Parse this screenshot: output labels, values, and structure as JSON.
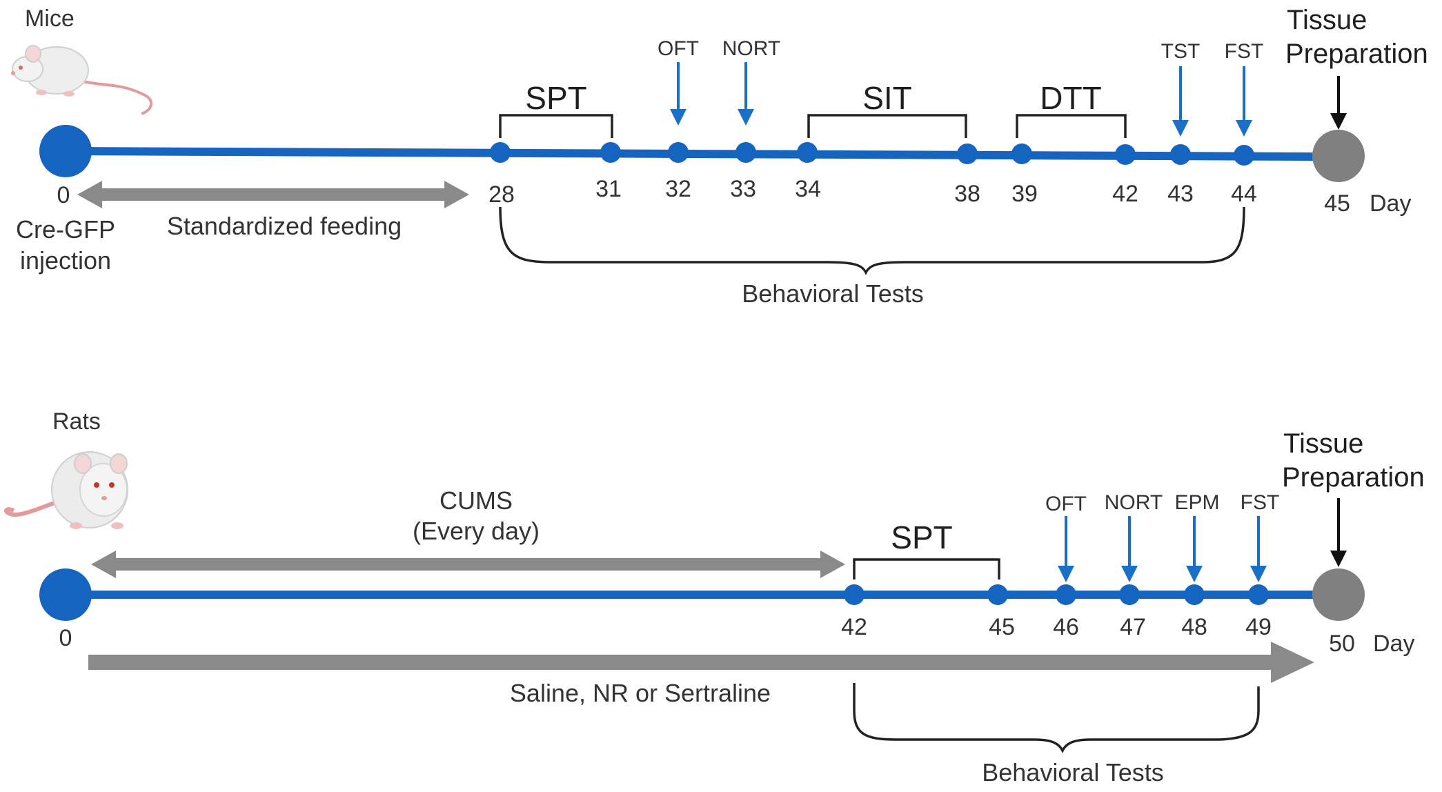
{
  "colors": {
    "timeline": "#1565c0",
    "node": "#1565c0",
    "tissue_node": "#808080",
    "gray_arrow": "#8a8a8a",
    "test_arrow": "#1a6fc7",
    "tissue_arrow": "#111111",
    "bracket": "#222222",
    "brace": "#222222",
    "text": "#333333"
  },
  "panels": {
    "mice": {
      "animal_label": "Mice",
      "animal_icon": "white-mouse-icon",
      "start_day": "0",
      "start_note_line1": "Cre-GFP",
      "start_note_line2": "injection",
      "feeding_label": "Standardized feeding",
      "day_labels": [
        "28",
        "31",
        "32",
        "33",
        "34",
        "38",
        "39",
        "42",
        "43",
        "44"
      ],
      "end_day": "45",
      "day_unit": "Day",
      "brackets": [
        "SPT",
        "SIT",
        "DTT"
      ],
      "test_arrows": [
        "OFT",
        "NORT",
        "TST",
        "FST"
      ],
      "tissue_line1": "Tissue",
      "tissue_line2": "Preparation",
      "behavioral_tests": "Behavioral Tests"
    },
    "rats": {
      "animal_label": "Rats",
      "animal_icon": "white-rat-icon",
      "start_day": "0",
      "cums_line1": "CUMS",
      "cums_line2": "(Every day)",
      "day_labels": [
        "42",
        "45",
        "46",
        "47",
        "48",
        "49"
      ],
      "end_day": "50",
      "day_unit": "Day",
      "brackets": [
        "SPT"
      ],
      "test_arrows": [
        "OFT",
        "NORT",
        "EPM",
        "FST"
      ],
      "tissue_line1": "Tissue",
      "tissue_line2": "Preparation",
      "treatment_label": "Saline, NR or Sertraline",
      "behavioral_tests": "Behavioral Tests"
    }
  }
}
